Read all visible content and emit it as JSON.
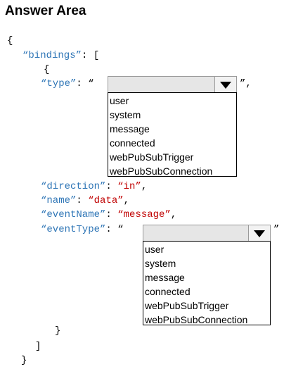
{
  "title": "Answer Area",
  "code": {
    "open_brace": "{",
    "bindings_key": "“bindings”",
    "colon": ":",
    "open_bracket": "[",
    "inner_open": "{",
    "type_key": "“type”",
    "open_quote": "“",
    "close_quote_comma": "”,",
    "close_quote": "”",
    "comma": ",",
    "direction_key": "“direction”",
    "direction_val": "“in”",
    "name_key": "“name”",
    "name_val": "“data”",
    "eventName_key": "“eventName”",
    "eventName_val": "“message”",
    "eventType_key": "“eventType”",
    "inner_close": "}",
    "close_bracket": "]",
    "close_brace": "}"
  },
  "dropdowns": {
    "type": {
      "selected": "",
      "options": [
        "user",
        "system",
        "message",
        "connected",
        "webPubSubTrigger",
        "webPubSubConnection"
      ]
    },
    "eventType": {
      "selected": "",
      "options": [
        "user",
        "system",
        "message",
        "connected",
        "webPubSubTrigger",
        "webPubSubConnection"
      ]
    }
  },
  "icons": {
    "dropdown_arrow": "triangle-down-icon"
  },
  "colors": {
    "key": "#2e75b6",
    "string": "#c00000",
    "punct": "#000000"
  }
}
